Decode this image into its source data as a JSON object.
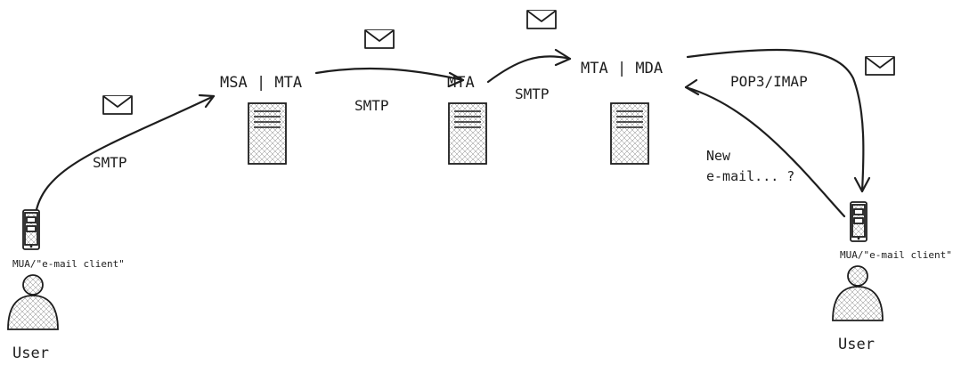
{
  "nodes": {
    "msa_mta": "MSA | MTA",
    "mta": "MTA",
    "mta_mda": "MTA | MDA"
  },
  "protocols": {
    "user_to_msa": "SMTP",
    "msa_to_mta": "SMTP",
    "mta_to_mda": "SMTP",
    "mda_to_user": "POP3/IMAP"
  },
  "clients": {
    "sender_label": "MUA/\"e-mail client\"",
    "receiver_label": "MUA/\"e-mail client\""
  },
  "users": {
    "sender": "User",
    "receiver": "User"
  },
  "check_mail": {
    "line1": "New",
    "line2": "e-mail... ?"
  },
  "icons": {
    "server": "server-icon",
    "envelope": "envelope-icon",
    "phone": "phone-icon",
    "person": "person-icon"
  },
  "colors": {
    "stroke": "#1e1e1e",
    "background": "#ffffff"
  }
}
